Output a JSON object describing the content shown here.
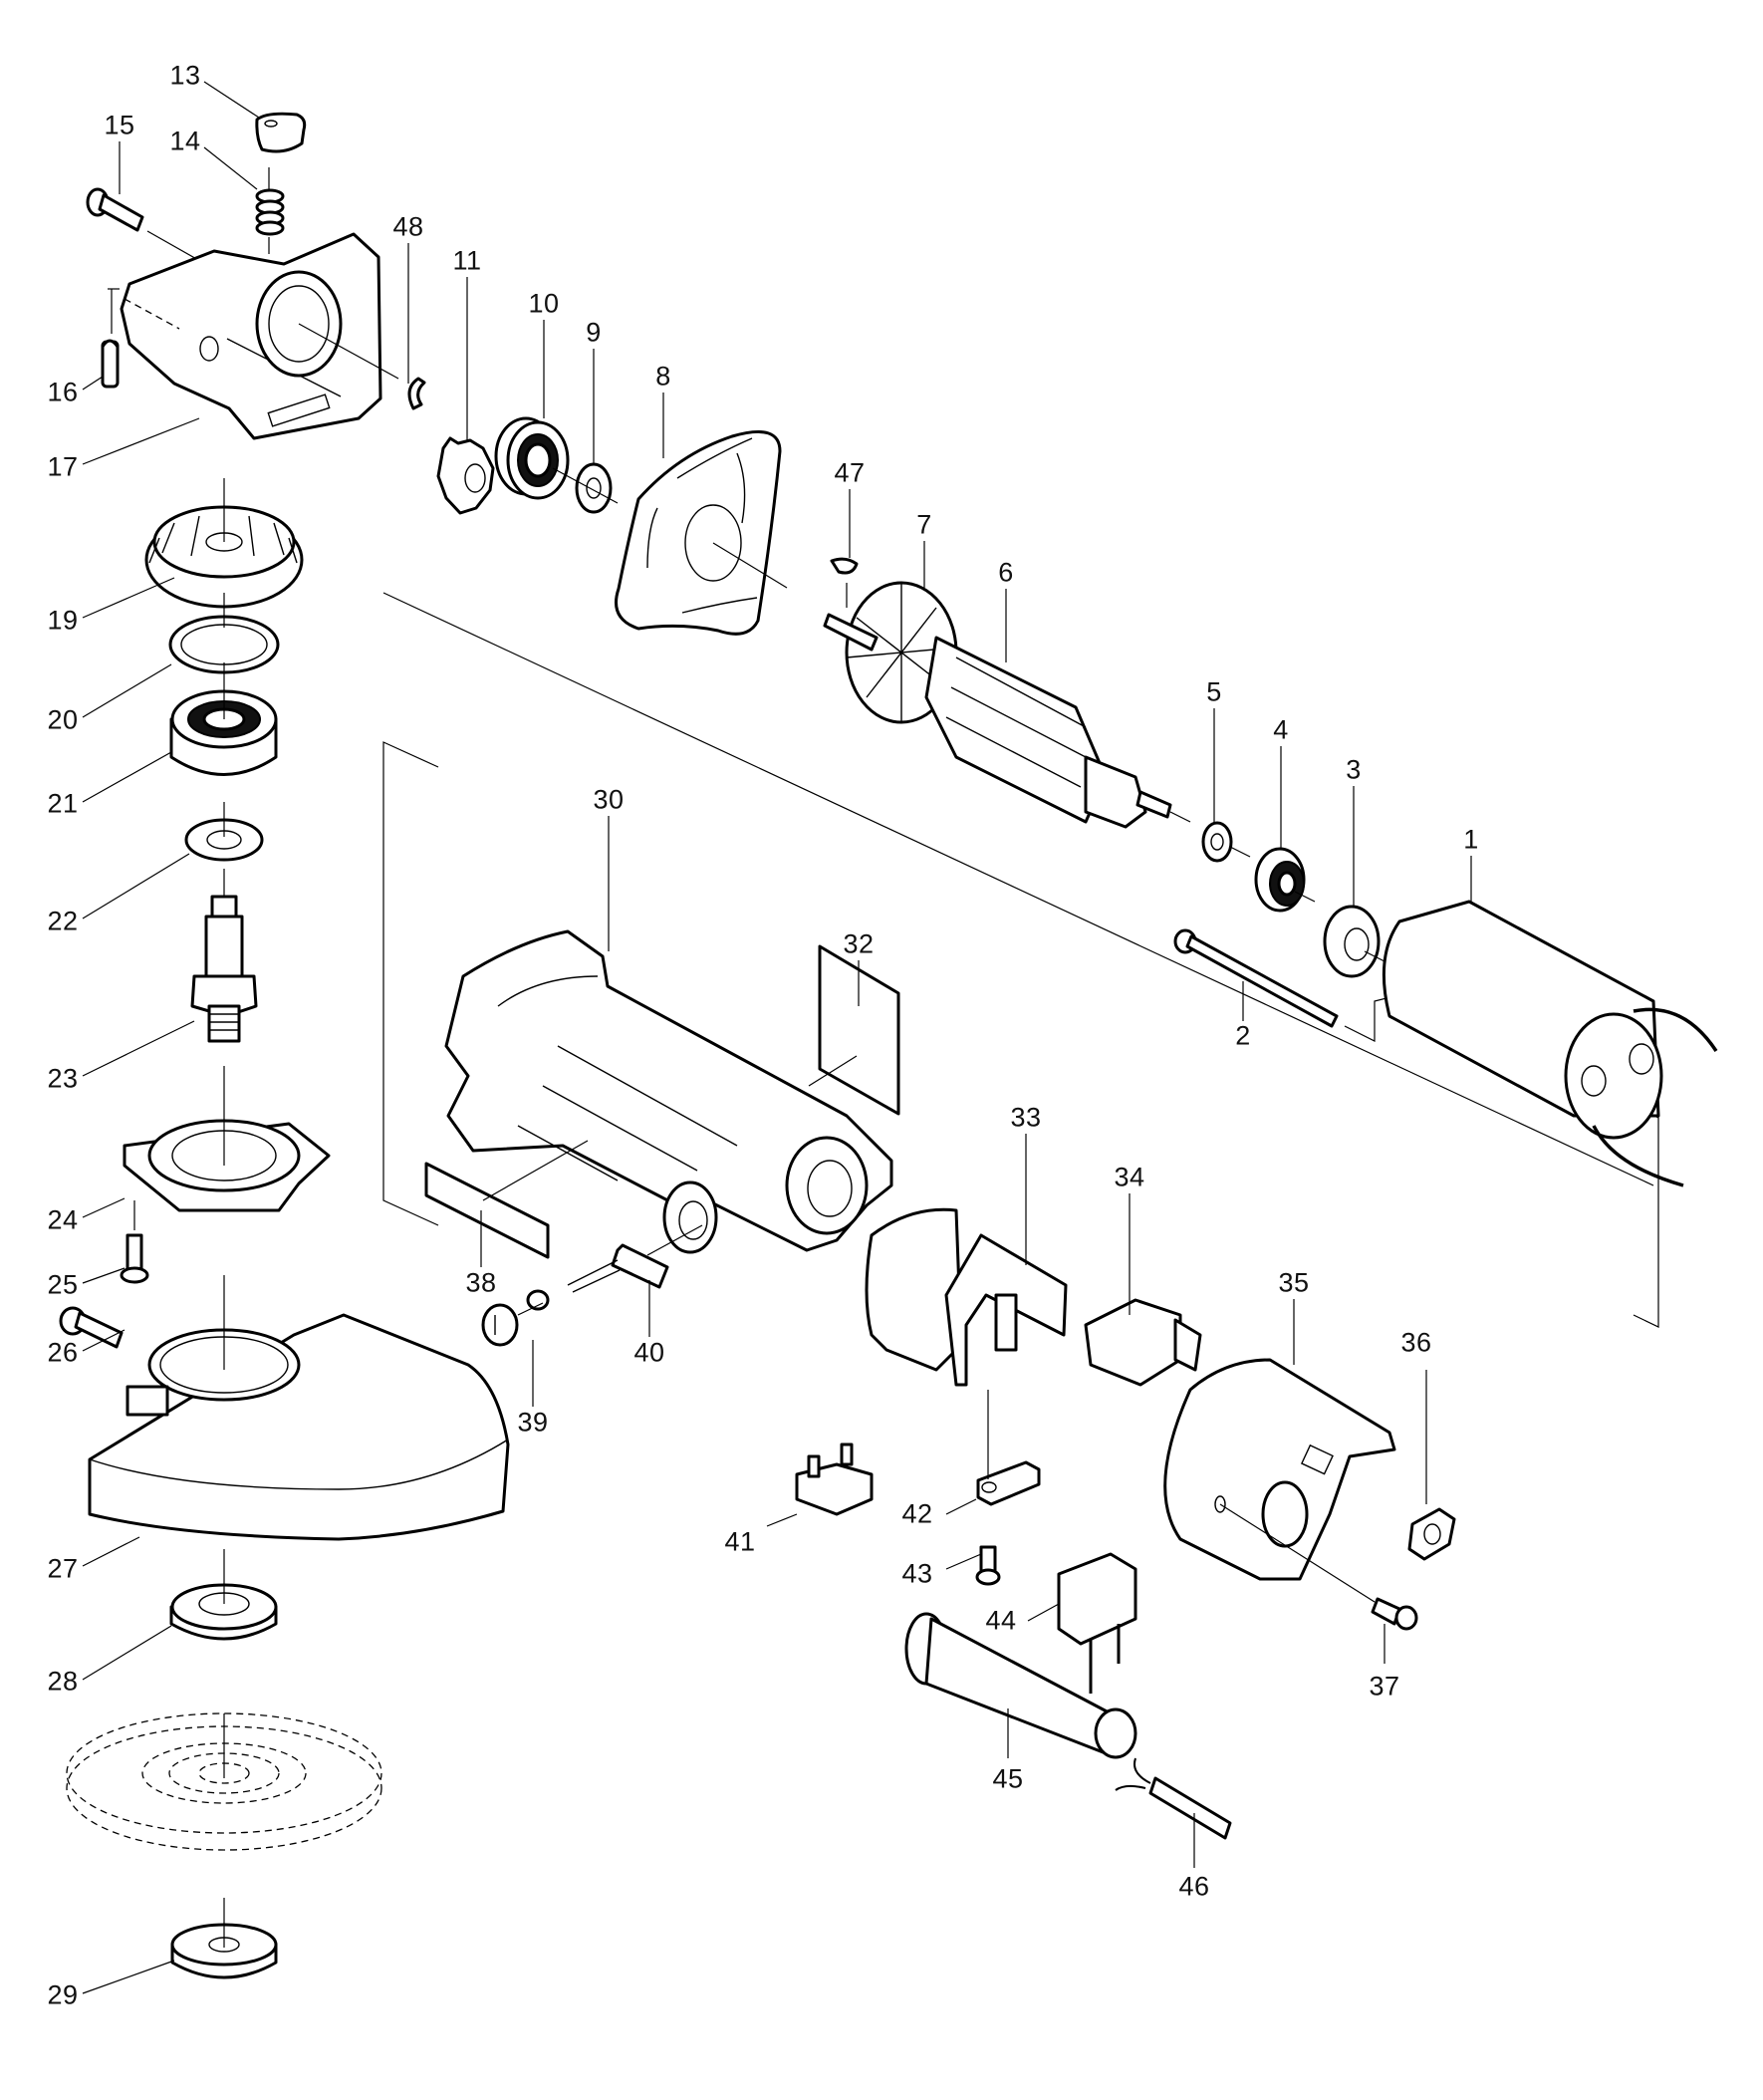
{
  "diagram": {
    "type": "exploded parts diagram",
    "subject": "angle grinder",
    "parts": [
      {
        "no": "1"
      },
      {
        "no": "2"
      },
      {
        "no": "3"
      },
      {
        "no": "4"
      },
      {
        "no": "5"
      },
      {
        "no": "6"
      },
      {
        "no": "7"
      },
      {
        "no": "8"
      },
      {
        "no": "9"
      },
      {
        "no": "10"
      },
      {
        "no": "11"
      },
      {
        "no": "13"
      },
      {
        "no": "14"
      },
      {
        "no": "15"
      },
      {
        "no": "16"
      },
      {
        "no": "17"
      },
      {
        "no": "19"
      },
      {
        "no": "20"
      },
      {
        "no": "21"
      },
      {
        "no": "22"
      },
      {
        "no": "23"
      },
      {
        "no": "24"
      },
      {
        "no": "25"
      },
      {
        "no": "26"
      },
      {
        "no": "27"
      },
      {
        "no": "28"
      },
      {
        "no": "29"
      },
      {
        "no": "30"
      },
      {
        "no": "32"
      },
      {
        "no": "33"
      },
      {
        "no": "34"
      },
      {
        "no": "35"
      },
      {
        "no": "36"
      },
      {
        "no": "37"
      },
      {
        "no": "38"
      },
      {
        "no": "39"
      },
      {
        "no": "40"
      },
      {
        "no": "41"
      },
      {
        "no": "42"
      },
      {
        "no": "43"
      },
      {
        "no": "44"
      },
      {
        "no": "45"
      },
      {
        "no": "46"
      },
      {
        "no": "47"
      },
      {
        "no": "48"
      }
    ]
  }
}
